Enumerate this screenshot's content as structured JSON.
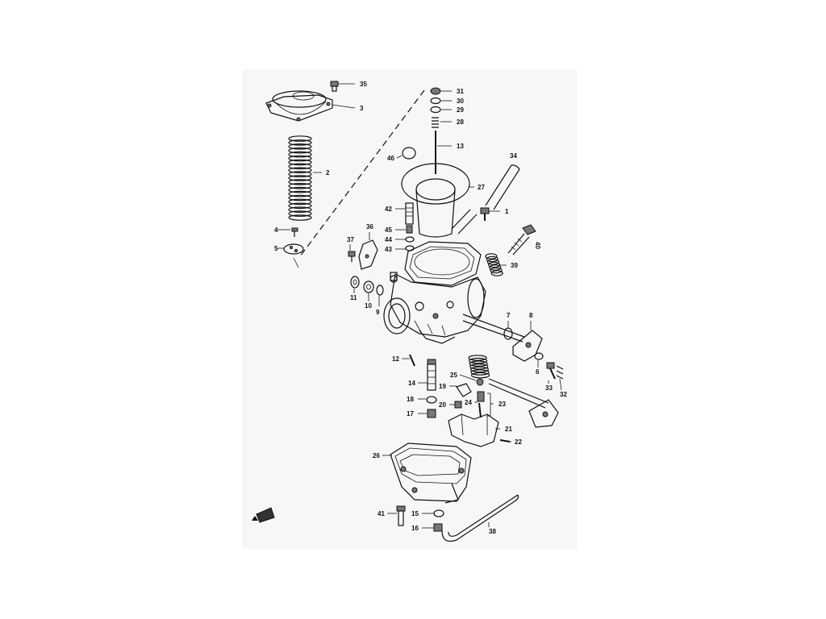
{
  "diagram": {
    "callouts": [
      {
        "id": "35",
        "text": "35"
      },
      {
        "id": "3",
        "text": "3"
      },
      {
        "id": "2",
        "text": "2"
      },
      {
        "id": "4",
        "text": "4"
      },
      {
        "id": "5",
        "text": "5"
      },
      {
        "id": "31",
        "text": "31"
      },
      {
        "id": "30",
        "text": "30"
      },
      {
        "id": "29",
        "text": "29"
      },
      {
        "id": "28",
        "text": "28"
      },
      {
        "id": "13",
        "text": "13"
      },
      {
        "id": "46",
        "text": "46"
      },
      {
        "id": "34",
        "text": "34"
      },
      {
        "id": "27",
        "text": "27"
      },
      {
        "id": "42",
        "text": "42"
      },
      {
        "id": "1",
        "text": "1"
      },
      {
        "id": "45",
        "text": "45"
      },
      {
        "id": "44",
        "text": "44"
      },
      {
        "id": "43",
        "text": "43"
      },
      {
        "id": "40",
        "text": "40"
      },
      {
        "id": "36",
        "text": "36"
      },
      {
        "id": "37",
        "text": "37"
      },
      {
        "id": "39",
        "text": "39"
      },
      {
        "id": "11",
        "text": "11"
      },
      {
        "id": "10",
        "text": "10"
      },
      {
        "id": "9",
        "text": "9"
      },
      {
        "id": "7",
        "text": "7"
      },
      {
        "id": "8",
        "text": "8"
      },
      {
        "id": "12",
        "text": "12"
      },
      {
        "id": "6",
        "text": "6"
      },
      {
        "id": "14",
        "text": "14"
      },
      {
        "id": "25",
        "text": "25"
      },
      {
        "id": "19",
        "text": "19"
      },
      {
        "id": "33",
        "text": "33"
      },
      {
        "id": "32",
        "text": "32"
      },
      {
        "id": "18",
        "text": "18"
      },
      {
        "id": "24",
        "text": "24"
      },
      {
        "id": "23",
        "text": "23"
      },
      {
        "id": "20",
        "text": "20"
      },
      {
        "id": "17",
        "text": "17"
      },
      {
        "id": "21",
        "text": "21"
      },
      {
        "id": "22",
        "text": "22"
      },
      {
        "id": "26",
        "text": "26"
      },
      {
        "id": "41",
        "text": "41"
      },
      {
        "id": "15",
        "text": "15"
      },
      {
        "id": "16",
        "text": "16"
      },
      {
        "id": "38",
        "text": "38"
      }
    ]
  }
}
